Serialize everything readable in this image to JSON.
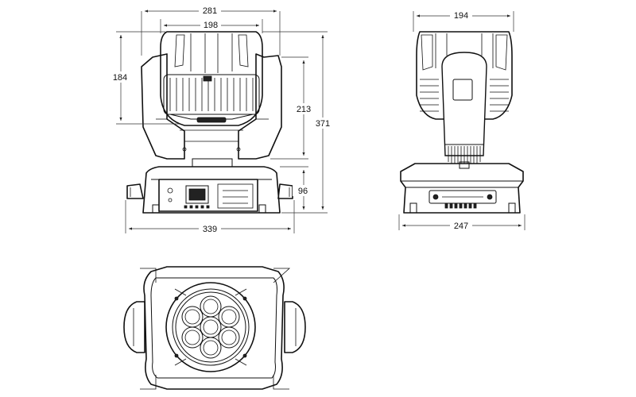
{
  "dimensions": {
    "front_width_outer": "281",
    "front_width_head": "198",
    "front_height_head": "184",
    "front_height_arm": "213",
    "total_height": "371",
    "base_height": "96",
    "base_width": "339",
    "side_width_head": "194",
    "side_width_base": "247"
  },
  "colors": {
    "line": "#111111",
    "background": "#ffffff"
  }
}
